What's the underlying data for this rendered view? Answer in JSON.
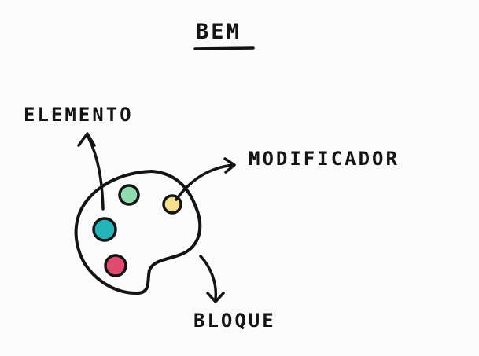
{
  "title": "BEM",
  "labels": {
    "element": "ELEMENTO",
    "modifier": "MODIFICADOR",
    "block": "BLOQUE"
  },
  "icon": "palette-icon",
  "colors": {
    "ink": "#141414",
    "dot_green": "#8fdcb1",
    "dot_teal": "#25b4ba",
    "dot_pink": "#e04a6e",
    "dot_yellow": "#f5e08c"
  }
}
